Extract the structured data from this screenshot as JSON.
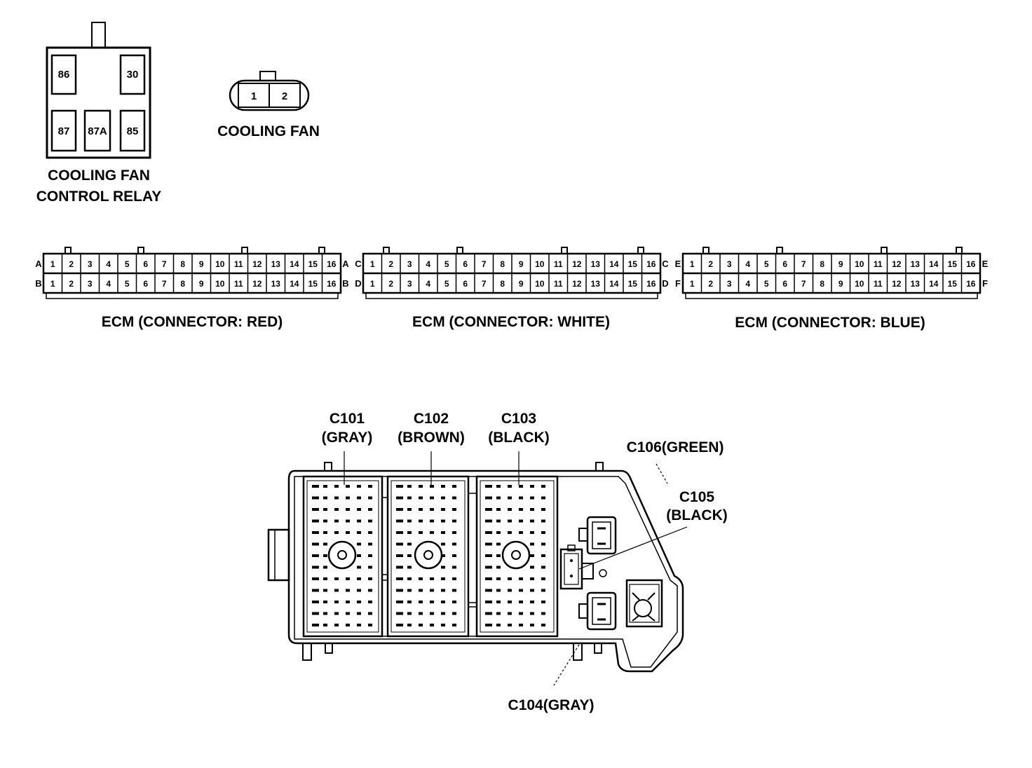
{
  "relay": {
    "title_line1": "COOLING FAN",
    "title_line2": "CONTROL RELAY",
    "pins": [
      "86",
      "30",
      "87",
      "87A",
      "85"
    ]
  },
  "cooling_fan": {
    "title": "COOLING FAN",
    "pins": [
      "1",
      "2"
    ]
  },
  "ecm_connectors": [
    {
      "label": "ECM (CONNECTOR: RED)",
      "rows": [
        "A",
        "B"
      ],
      "pins": [
        "1",
        "2",
        "3",
        "4",
        "5",
        "6",
        "7",
        "8",
        "9",
        "10",
        "11",
        "12",
        "13",
        "14",
        "15",
        "16"
      ]
    },
    {
      "label": "ECM (CONNECTOR: WHITE)",
      "rows": [
        "C",
        "D"
      ],
      "pins": [
        "1",
        "2",
        "3",
        "4",
        "5",
        "6",
        "7",
        "8",
        "9",
        "10",
        "11",
        "12",
        "13",
        "14",
        "15",
        "16"
      ]
    },
    {
      "label": "ECM (CONNECTOR: BLUE)",
      "rows": [
        "E",
        "F"
      ],
      "pins": [
        "1",
        "2",
        "3",
        "4",
        "5",
        "6",
        "7",
        "8",
        "9",
        "10",
        "11",
        "12",
        "13",
        "14",
        "15",
        "16"
      ]
    }
  ],
  "fuse_block": {
    "c101": {
      "id": "C101",
      "color": "(GRAY)"
    },
    "c102": {
      "id": "C102",
      "color": "(BROWN)"
    },
    "c103": {
      "id": "C103",
      "color": "(BLACK)"
    },
    "c104": "C104(GRAY)",
    "c105": {
      "id": "C105",
      "color": "(BLACK)"
    },
    "c106": "C106(GREEN)"
  }
}
